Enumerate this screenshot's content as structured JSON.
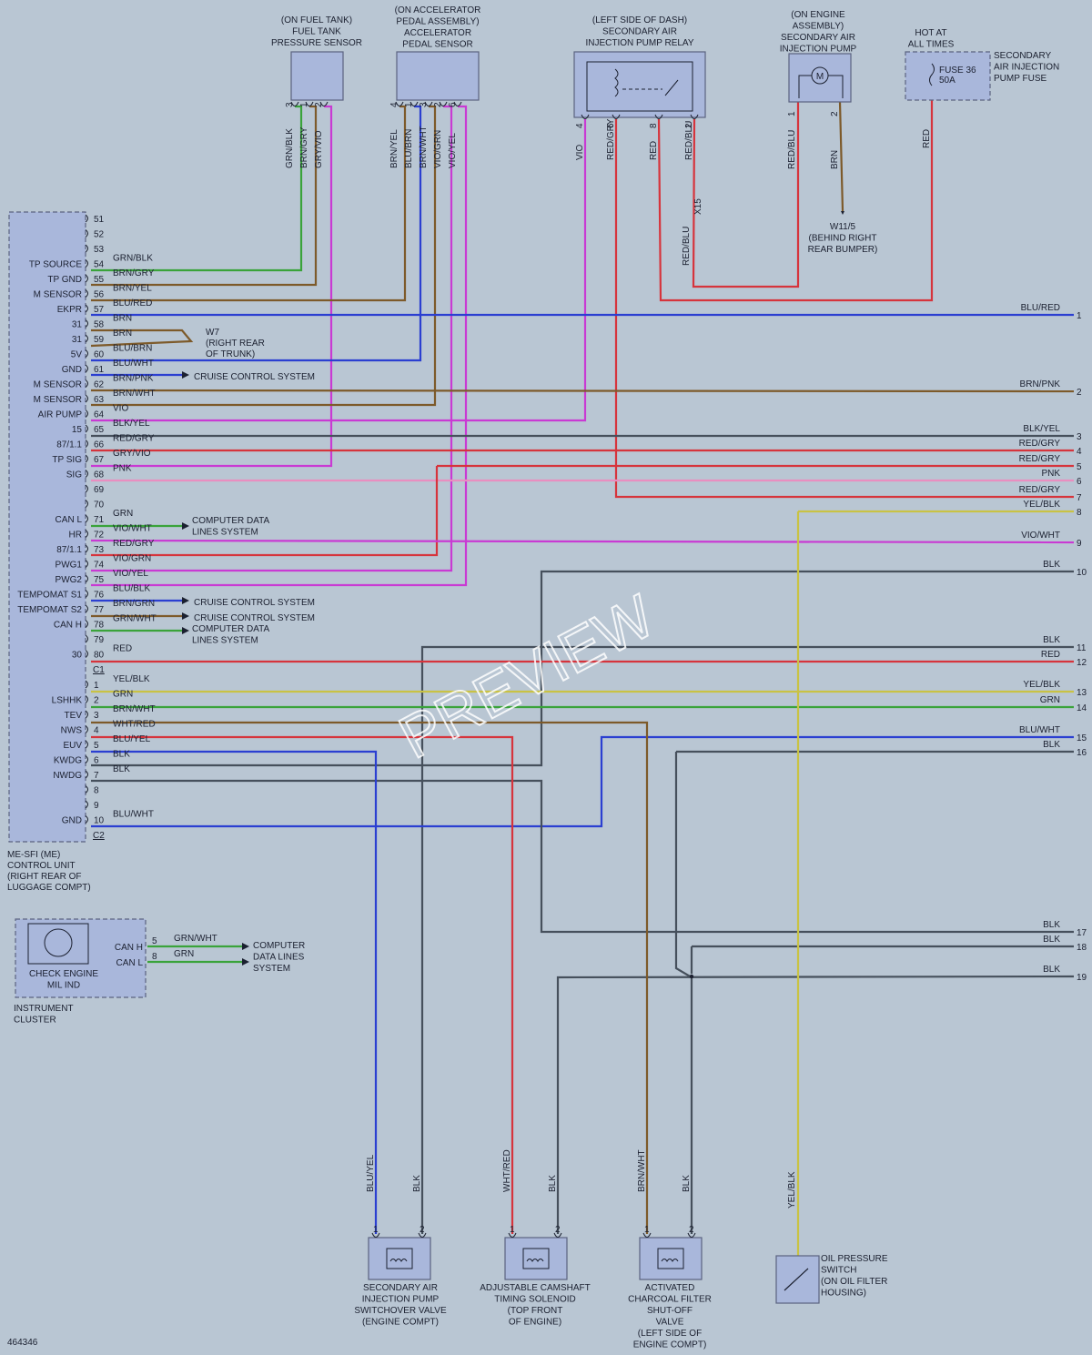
{
  "diagram_id": "464346",
  "watermark": "PREVIEW",
  "colors": {
    "GRN": "#3aa33a",
    "BLK": "#46505c",
    "BRN": "#7d5a2a",
    "RED": "#d6343c",
    "BLU": "#2b3fd1",
    "VIO": "#c93ad3",
    "YEL": "#c9c244",
    "GRY": "#8c949c",
    "WHT": "#e4e8ec",
    "PNK": "#e98ec0"
  },
  "components": {
    "fuel_tank_sensor": {
      "lines": [
        "(ON FUEL TANK)",
        "FUEL TANK",
        "PRESSURE SENSOR"
      ]
    },
    "pedal_sensor": {
      "lines": [
        "(ON ACCELERATOR",
        "PEDAL ASSEMBLY)",
        "ACCELERATOR",
        "PEDAL SENSOR"
      ]
    },
    "pump_relay": {
      "lines": [
        "(LEFT SIDE OF DASH)",
        "SECONDARY AIR",
        "INJECTION PUMP RELAY"
      ]
    },
    "air_pump": {
      "lines": [
        "(ON ENGINE",
        "ASSEMBLY)",
        "SECONDARY AIR",
        "INJECTION PUMP"
      ]
    },
    "hot_at_all_times": {
      "lines": [
        "HOT AT",
        "ALL TIMES"
      ]
    },
    "fuse": {
      "lines": [
        "FUSE 36",
        "50A"
      ]
    },
    "fuse_label": {
      "lines": [
        "SECONDARY",
        "AIR INJECTION",
        "PUMP FUSE"
      ]
    },
    "ground_w11": {
      "lines": [
        "W11/5",
        "(BEHIND RIGHT",
        "REAR BUMPER)"
      ]
    },
    "ground_w7": {
      "lines": [
        "W7",
        "(RIGHT REAR",
        "OF TRUNK)"
      ]
    },
    "splice_x15": "X15",
    "control_unit": {
      "lines": [
        "ME-SFI (ME)",
        "CONTROL UNIT",
        "(RIGHT REAR OF",
        "LUGGAGE COMPT)"
      ]
    },
    "instrument_cluster": {
      "lines": [
        "INSTRUMENT",
        "CLUSTER"
      ]
    },
    "check_engine": {
      "lines": [
        "CHECK ENGINE",
        "MIL IND"
      ]
    },
    "switchover_valve": {
      "lines": [
        "SECONDARY AIR",
        "INJECTION PUMP",
        "SWITCHOVER VALVE",
        "(ENGINE COMPT)"
      ]
    },
    "camshaft_solenoid": {
      "lines": [
        "ADJUSTABLE CAMSHAFT",
        "TIMING SOLENOID",
        "(TOP FRONT",
        "OF ENGINE)"
      ]
    },
    "charcoal_valve": {
      "lines": [
        "ACTIVATED",
        "CHARCOAL FILTER",
        "SHUT-OFF",
        "VALVE",
        "(LEFT SIDE OF",
        "ENGINE COMPT)"
      ]
    },
    "oil_switch": {
      "lines": [
        "OIL PRESSURE",
        "SWITCH",
        "(ON OIL FILTER",
        "HOUSING)"
      ]
    }
  },
  "side_labels": {
    "cruise1": "CRUISE CONTROL SYSTEM",
    "cruise2": "CRUISE CONTROL SYSTEM",
    "cruise3": "CRUISE CONTROL SYSTEM",
    "cdl1": [
      "COMPUTER DATA",
      "LINES SYSTEM"
    ],
    "cdl2": [
      "COMPUTER DATA",
      "LINES SYSTEM"
    ],
    "cdl3": [
      "COMPUTER",
      "DATA LINES",
      "SYSTEM"
    ]
  },
  "connector_c1": {
    "label": "C1",
    "pins": [
      {
        "n": "51",
        "name": "",
        "color": ""
      },
      {
        "n": "52",
        "name": "",
        "color": ""
      },
      {
        "n": "53",
        "name": "",
        "color": ""
      },
      {
        "n": "54",
        "name": "TP SOURCE",
        "color": "GRN/BLK"
      },
      {
        "n": "55",
        "name": "TP GND",
        "color": "BRN/GRY"
      },
      {
        "n": "56",
        "name": "M SENSOR",
        "color": "BRN/YEL"
      },
      {
        "n": "57",
        "name": "EKPR",
        "color": "BLU/RED"
      },
      {
        "n": "58",
        "name": "31",
        "color": "BRN"
      },
      {
        "n": "59",
        "name": "31",
        "color": "BRN"
      },
      {
        "n": "60",
        "name": "5V",
        "color": "BLU/BRN"
      },
      {
        "n": "61",
        "name": "GND",
        "color": "BLU/WHT"
      },
      {
        "n": "62",
        "name": "M SENSOR",
        "color": "BRN/PNK"
      },
      {
        "n": "63",
        "name": "M SENSOR",
        "color": "BRN/WHT"
      },
      {
        "n": "64",
        "name": "AIR PUMP",
        "color": "VIO"
      },
      {
        "n": "65",
        "name": "15",
        "color": "BLK/YEL"
      },
      {
        "n": "66",
        "name": "87/1.1",
        "color": "RED/GRY"
      },
      {
        "n": "67",
        "name": "TP SIG",
        "color": "GRY/VIO"
      },
      {
        "n": "68",
        "name": "SIG",
        "color": "PNK"
      },
      {
        "n": "69",
        "name": "",
        "color": ""
      },
      {
        "n": "70",
        "name": "",
        "color": ""
      },
      {
        "n": "71",
        "name": "CAN L",
        "color": "GRN"
      },
      {
        "n": "72",
        "name": "HR",
        "color": "VIO/WHT"
      },
      {
        "n": "73",
        "name": "87/1.1",
        "color": "RED/GRY"
      },
      {
        "n": "74",
        "name": "PWG1",
        "color": "VIO/GRN"
      },
      {
        "n": "75",
        "name": "PWG2",
        "color": "VIO/YEL"
      },
      {
        "n": "76",
        "name": "TEMPOMAT S1",
        "color": "BLU/BLK"
      },
      {
        "n": "77",
        "name": "TEMPOMAT S2",
        "color": "BRN/GRN"
      },
      {
        "n": "78",
        "name": "CAN H",
        "color": "GRN/WHT"
      },
      {
        "n": "79",
        "name": "",
        "color": ""
      },
      {
        "n": "80",
        "name": "30",
        "color": "RED"
      }
    ]
  },
  "connector_c2": {
    "label": "C2",
    "pins": [
      {
        "n": "1",
        "name": "",
        "color": "YEL/BLK"
      },
      {
        "n": "2",
        "name": "LSHHK",
        "color": "GRN"
      },
      {
        "n": "3",
        "name": "TEV",
        "color": "BRN/WHT"
      },
      {
        "n": "4",
        "name": "NWS",
        "color": "WHT/RED"
      },
      {
        "n": "5",
        "name": "EUV",
        "color": "BLU/YEL"
      },
      {
        "n": "6",
        "name": "KWDG",
        "color": "BLK"
      },
      {
        "n": "7",
        "name": "NWDG",
        "color": "BLK"
      },
      {
        "n": "8",
        "name": "",
        "color": ""
      },
      {
        "n": "9",
        "name": "",
        "color": ""
      },
      {
        "n": "10",
        "name": "GND",
        "color": "BLU/WHT"
      }
    ]
  },
  "cluster_pins": [
    {
      "n": "5",
      "name": "CAN H",
      "color": "GRN/WHT"
    },
    {
      "n": "8",
      "name": "CAN L",
      "color": "GRN"
    }
  ],
  "right_edge": [
    {
      "n": "1",
      "color": "BLU/RED"
    },
    {
      "n": "2",
      "color": "BRN/PNK"
    },
    {
      "n": "3",
      "color": "BLK/YEL"
    },
    {
      "n": "4",
      "color": "RED/GRY"
    },
    {
      "n": "5",
      "color": "RED/GRY"
    },
    {
      "n": "6",
      "color": "PNK"
    },
    {
      "n": "7",
      "color": "RED/GRY"
    },
    {
      "n": "8",
      "color": "YEL/BLK"
    },
    {
      "n": "9",
      "color": "VIO/WHT"
    },
    {
      "n": "10",
      "color": "BLK"
    },
    {
      "n": "11",
      "color": "BLK"
    },
    {
      "n": "12",
      "color": "RED"
    },
    {
      "n": "13",
      "color": "YEL/BLK"
    },
    {
      "n": "14",
      "color": "GRN"
    },
    {
      "n": "15",
      "color": "BLU/WHT"
    },
    {
      "n": "16",
      "color": "BLK"
    },
    {
      "n": "17",
      "color": "BLK"
    },
    {
      "n": "18",
      "color": "BLK"
    },
    {
      "n": "19",
      "color": "BLK"
    }
  ],
  "top_pins": {
    "fuel": [
      {
        "n": "3",
        "color": "GRN/BLK"
      },
      {
        "n": "1",
        "color": "BRN/GRY"
      },
      {
        "n": "2",
        "color": "GRY/VIO"
      }
    ],
    "pedal": [
      {
        "n": "4",
        "color": "BRN/YEL"
      },
      {
        "n": "1",
        "color": "BLU/BRN"
      },
      {
        "n": "3",
        "color": "BRN/WHT"
      },
      {
        "n": "2",
        "color": "VIO/GRN"
      },
      {
        "n": "6",
        "color": "VIO/YEL"
      }
    ],
    "relay": [
      {
        "n": "4",
        "color": "VIO"
      },
      {
        "n": "6",
        "color": "RED/GRY"
      },
      {
        "n": "8",
        "color": "RED"
      },
      {
        "n": "2",
        "color": "RED/BLU"
      }
    ],
    "relay_lower": "RED/BLU",
    "pump": [
      {
        "n": "1",
        "color": "RED/BLU"
      },
      {
        "n": "2",
        "color": "BRN"
      }
    ],
    "fuse": "RED"
  },
  "bottom_pins": {
    "switchover": [
      {
        "n": "1",
        "color": "BLU/YEL"
      },
      {
        "n": "2",
        "color": "BLK"
      }
    ],
    "camshaft": [
      {
        "n": "1",
        "color": "WHT/RED"
      },
      {
        "n": "2",
        "color": "BLK"
      }
    ],
    "charcoal": [
      {
        "n": "1",
        "color": "BRN/WHT"
      },
      {
        "n": "2",
        "color": "BLK"
      }
    ],
    "oil": "YEL/BLK"
  }
}
